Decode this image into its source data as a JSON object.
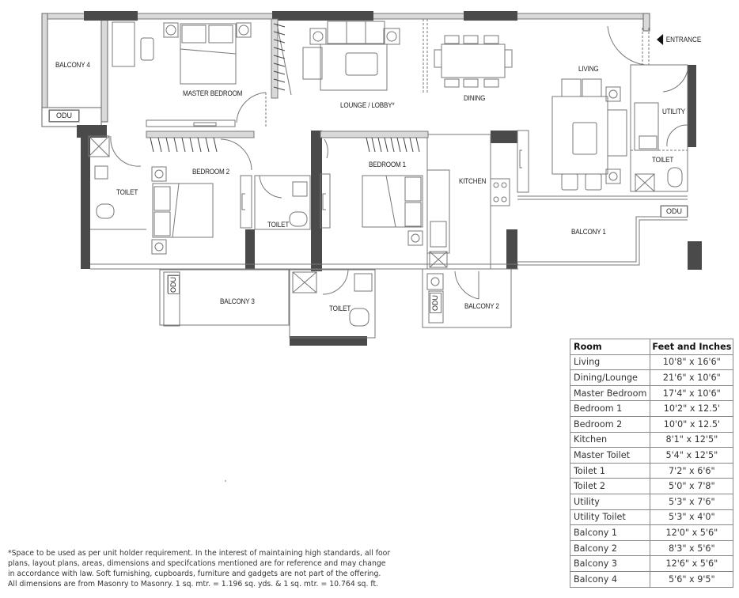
{
  "floor_plan": {
    "rooms": [
      {
        "id": "balcony-4",
        "label": "BALCONY 4"
      },
      {
        "id": "master-bedroom",
        "label": "MASTER BEDROOM"
      },
      {
        "id": "lounge-lobby",
        "label": "LOUNGE / LOBBY*"
      },
      {
        "id": "dining",
        "label": "DINING"
      },
      {
        "id": "living",
        "label": "LIVING"
      },
      {
        "id": "utility",
        "label": "UTILITY"
      },
      {
        "id": "utility-toilet",
        "label": "TOILET"
      },
      {
        "id": "master-toilet",
        "label": "TOILET"
      },
      {
        "id": "bedroom-2",
        "label": "BEDROOM 2"
      },
      {
        "id": "toilet-2",
        "label": "TOILET"
      },
      {
        "id": "bedroom-1",
        "label": "BEDROOM 1"
      },
      {
        "id": "kitchen",
        "label": "KITCHEN"
      },
      {
        "id": "balcony-1",
        "label": "BALCONY 1"
      },
      {
        "id": "balcony-3",
        "label": "BALCONY 3"
      },
      {
        "id": "toilet-1",
        "label": "TOILET"
      },
      {
        "id": "balcony-2",
        "label": "BALCONY 2"
      }
    ],
    "odu_label": "ODU",
    "entrance_label": "ENTRANCE",
    "wall_color": "#4a4a4a",
    "window_color": "#d9d9d9"
  },
  "dimensions_table": {
    "headers": {
      "room": "Room",
      "size": "Feet and Inches"
    },
    "rows": [
      {
        "room": "Living",
        "size": "10'8\" x 16'6\""
      },
      {
        "room": "Dining/Lounge",
        "size": "21'6\" x 10'6\""
      },
      {
        "room": "Master Bedroom",
        "size": "17'4\" x 10'6\""
      },
      {
        "room": "Bedroom 1",
        "size": "10'2\" x 12.5'"
      },
      {
        "room": "Bedroom 2",
        "size": "10'0\" x 12.5'"
      },
      {
        "room": "Kitchen",
        "size": "8'1\" x 12'5\""
      },
      {
        "room": "Master Toilet",
        "size": "5'4\" x 12'5\""
      },
      {
        "room": "Toilet 1",
        "size": "7'2\" x 6'6\""
      },
      {
        "room": "Toilet 2",
        "size": "5'0\" x 7'8\""
      },
      {
        "room": "Utility",
        "size": "5'3\" x 7'6\""
      },
      {
        "room": "Utility Toilet",
        "size": "5'3\" x 4'0\""
      },
      {
        "room": "Balcony 1",
        "size": "12'0\" x 5'6\""
      },
      {
        "room": "Balcony 2",
        "size": "8'3\" x 5'6\""
      },
      {
        "room": "Balcony 3",
        "size": "12'6\" x 5'6\""
      },
      {
        "room": "Balcony 4",
        "size": "5'6\" x 9'5\""
      }
    ]
  },
  "disclaimer": {
    "lines": [
      "*Space to be used as per unit holder requirement. In the interest of maintaining high standards, all foor",
      "plans, layout plans, areas, dimensions and specifcations mentioned are for reference and may change",
      "in accordance with law. Soft furnishing, cupboards, furniture and gadgets are not part of the offering.",
      "All dimensions are from Masonry to Masonry. 1 sq. mtr. = 1.196 sq. yds. & 1 sq. mtr. = 10.764 sq. ft."
    ]
  }
}
